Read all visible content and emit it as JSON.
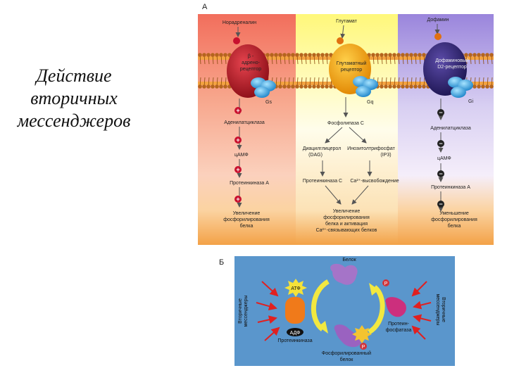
{
  "slide_title": [
    "Действие",
    "вторичных",
    "мессенджеров"
  ],
  "panel_a": {
    "label": "А",
    "columns": [
      {
        "ligand": "Норадреналин",
        "receptor": [
          "β -",
          "адрено-",
          "рецептор"
        ],
        "g_protein": "Gs",
        "effect1": "Аденилатциклаза",
        "effect2": "цАМФ",
        "effect3": "Протеинкиназа А",
        "result": [
          "Увеличение",
          "фосфорилирования",
          "белка"
        ],
        "sign": "+"
      },
      {
        "ligand": "Глутамат",
        "receptor": [
          "Глутаматный",
          "рецептор"
        ],
        "g_protein": "Gq",
        "effect1": "Фосфолипаза С",
        "messenger_left": [
          "Диацилглицерол",
          "(DAG)"
        ],
        "messenger_right": [
          "Инозитолтрифосфат",
          "(IP3)"
        ],
        "kinase": "Протеинкиназа С",
        "calcium": "Ca²⁺-высвобождение",
        "result": [
          "Увеличение",
          "фосфорилирования",
          "белка и активация",
          "Ca²⁺-связывающих белков"
        ]
      },
      {
        "ligand": "Дофамин",
        "receptor": [
          "Дофаминовый",
          "D2-рецептор"
        ],
        "g_protein": "Gi",
        "effect1": "Аденилатциклаза",
        "effect2": "цАМФ",
        "effect3": "Протеинкиназа А",
        "result": [
          "Уменьшение",
          "фосфорилирования",
          "белка"
        ],
        "sign": "−"
      }
    ]
  },
  "panel_b": {
    "label": "Б",
    "protein": "Белок",
    "phosphate": "P",
    "atp": "АТФ",
    "adp": "АДФ",
    "left_side": [
      "Вторичные",
      "мессенджеры"
    ],
    "right_side": [
      "Вторичные",
      "мессенджеры"
    ],
    "kinase": "Протеинкиназа",
    "phosphatase": [
      "Протеин-",
      "фосфатаза"
    ],
    "phospho_protein": [
      "Фосфорилированный",
      "белок"
    ]
  },
  "colors": {
    "left_bg": "#f08070",
    "mid_bg": "#fffbb0",
    "right_bg": "#b9a8e6",
    "panel_b_bg": "#5a96cc",
    "plus_minus": "#c8102e"
  }
}
